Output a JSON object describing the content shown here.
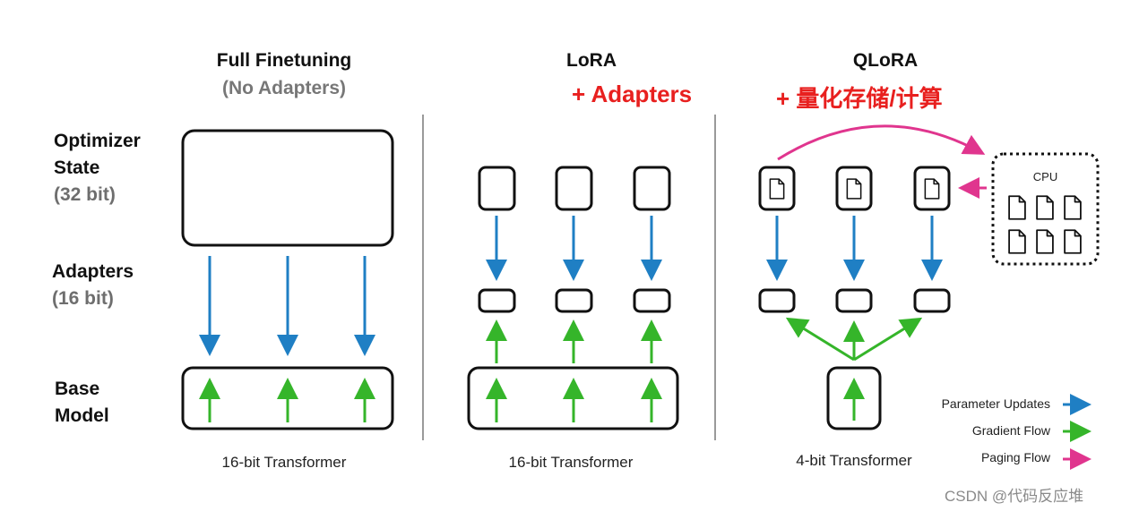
{
  "row_labels": {
    "optimizer_line1": "Optimizer",
    "optimizer_line2": "State",
    "optimizer_bits": "(32 bit)",
    "adapters_line1": "Adapters",
    "adapters_bits": "(16 bit)",
    "base_line1": "Base",
    "base_line2": "Model"
  },
  "columns": {
    "full": {
      "title": "Full Finetuning",
      "subtitle": "(No Adapters)",
      "footer": "16-bit Transformer"
    },
    "lora": {
      "title": "LoRA",
      "annotation": "+ Adapters",
      "footer": "16-bit Transformer"
    },
    "qlora": {
      "title": "QLoRA",
      "annotation": "+ 量化存储/计算",
      "footer": "4-bit Transformer",
      "cpu_label": "CPU"
    }
  },
  "legend": [
    {
      "label": "Parameter Updates",
      "color": "#1f7fc4"
    },
    {
      "label": "Gradient Flow",
      "color": "#35b52a"
    },
    {
      "label": "Paging Flow",
      "color": "#e0358e"
    }
  ],
  "colors": {
    "parameter_updates": "#1f7fc4",
    "gradient_flow": "#35b52a",
    "paging_flow": "#e0358e",
    "annotation_red": "#e8201f"
  },
  "watermark": "CSDN @代码反应堆"
}
